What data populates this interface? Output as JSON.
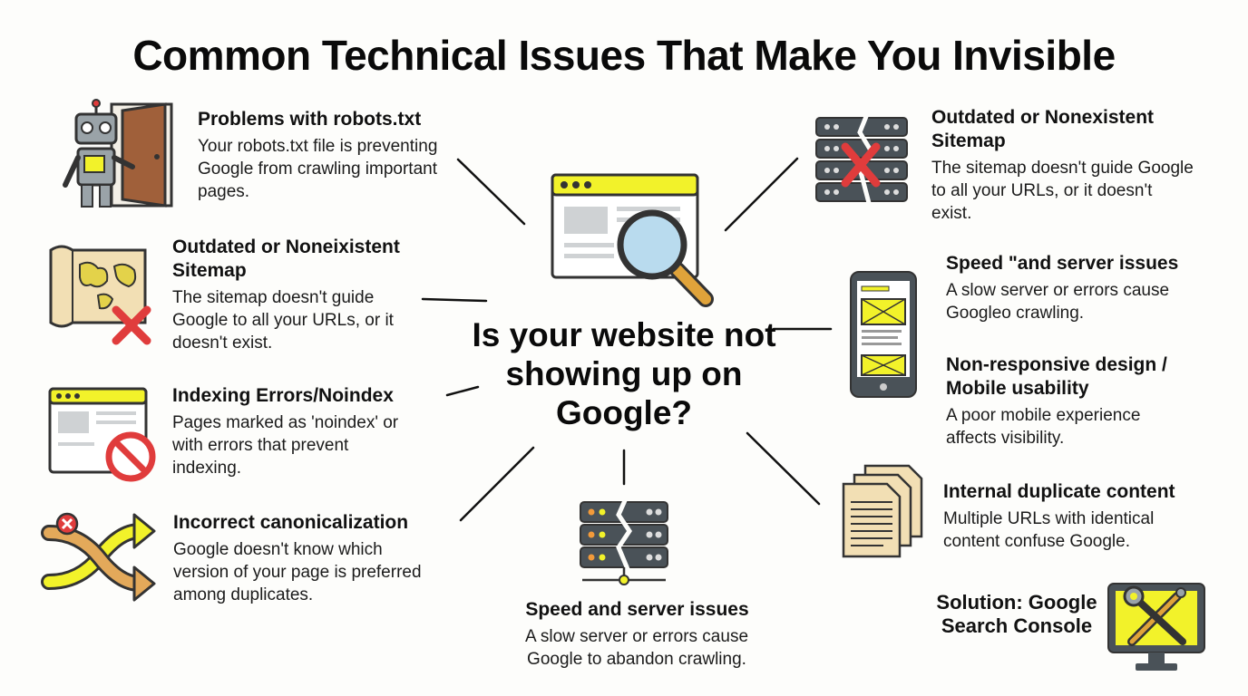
{
  "title": "Common Technical Issues That Make You Invisible",
  "center_question": "Is your website not showing up on Google?",
  "left": [
    {
      "heading": "Problems with robots.txt",
      "description": "Your robots.txt file is preventing Google from crawling important pages.",
      "icon": "robot-door-icon"
    },
    {
      "heading": "Outdated or Noneixistent Sitemap",
      "description": "The sitemap doesn't guide Google to all your URLs, or it doesn't exist.",
      "icon": "map-cross-icon"
    },
    {
      "heading": "Indexing Errors/Noindex",
      "description": "Pages marked as 'noindex' or with errors that prevent indexing.",
      "icon": "browser-blocked-icon"
    },
    {
      "heading": "Incorrect canonicalization",
      "description": "Google doesn't know which version of your page is preferred among duplicates.",
      "icon": "crossed-arrows-icon"
    }
  ],
  "right": [
    {
      "heading": "Outdated or Nonexistent Sitemap",
      "description": "The sitemap doesn't guide Google to all your URLs, or it doesn't exist.",
      "icon": "broken-server-cross-icon"
    },
    {
      "heading": "Speed \"and server issues",
      "description": "A slow server or errors cause Googleo crawling.",
      "icon": "mobile-phone-icon"
    },
    {
      "heading": "Non-responsive design / Mobile usability",
      "description": "A poor mobile experience affects visibility."
    },
    {
      "heading": "Internal duplicate content",
      "description": "Multiple URLs with identical content confuse Google.",
      "icon": "duplicate-documents-icon"
    }
  ],
  "bottom": {
    "heading": "Speed and server issues",
    "description": "A slow server or errors cause Google to abandon crawling.",
    "icon": "broken-server-network-icon"
  },
  "solution": {
    "text": "Solution: Google Search Console",
    "icon": "monitor-tools-icon"
  },
  "colors": {
    "accent_yellow": "#f2f22a",
    "alert_red": "#e03c3c",
    "dark_gray": "#4a5258",
    "paper": "#f2dfb4",
    "door_brown": "#a0603a"
  }
}
